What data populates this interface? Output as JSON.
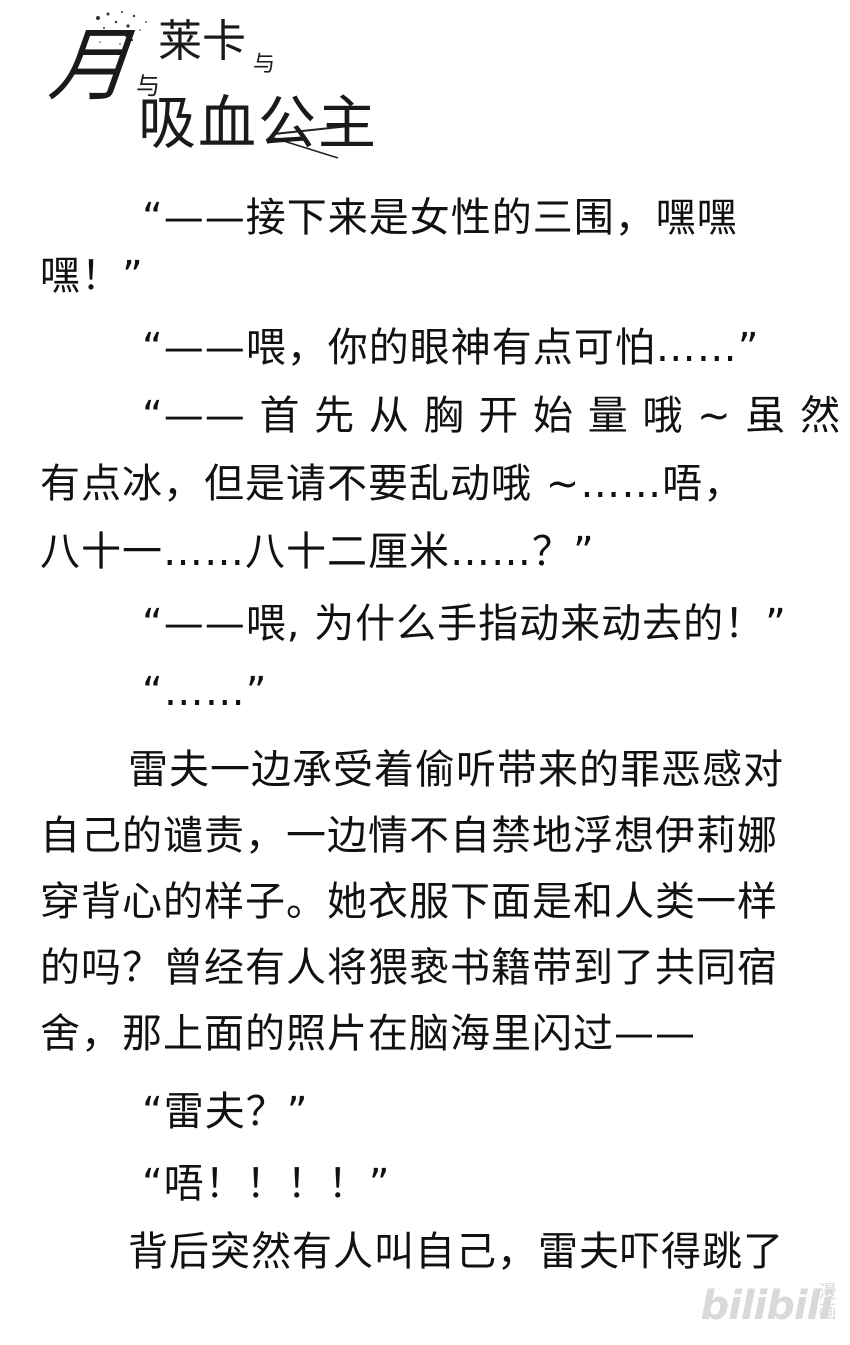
{
  "logo": {
    "char_yue": "月",
    "yu_1": "与",
    "laika": "莱卡",
    "yu_2": "与",
    "xuegong": "吸血公主"
  },
  "lines": [
    "“——接下来是女性的三围，嘿嘿",
    "嘿！”",
    "“——喂，你的眼神有点可怕……”",
    "“—— 首 先 从 胸 开 始 量 哦 ~ 虽 然",
    "有点冰，但是请不要乱动哦 ~……唔，",
    "八十一……八十二厘米……？”",
    "“——喂, 为什么手指动来动去的！”",
    "“……”",
    "雷夫一边承受着偷听带来的罪恶感对",
    "自己的谴责，一边情不自禁地浮想伊莉娜",
    "穿背心的样子。她衣服下面是和人类一样",
    "的吗？曾经有人将猥亵书籍带到了共同宿",
    "舍，那上面的照片在脑海里闪过——",
    "“雷夫？”",
    "“唔！！！！”",
    "背后突然有人叫自己，雷夫吓得跳了"
  ],
  "watermark": {
    "brand": "bilibili",
    "label": "漫画"
  }
}
